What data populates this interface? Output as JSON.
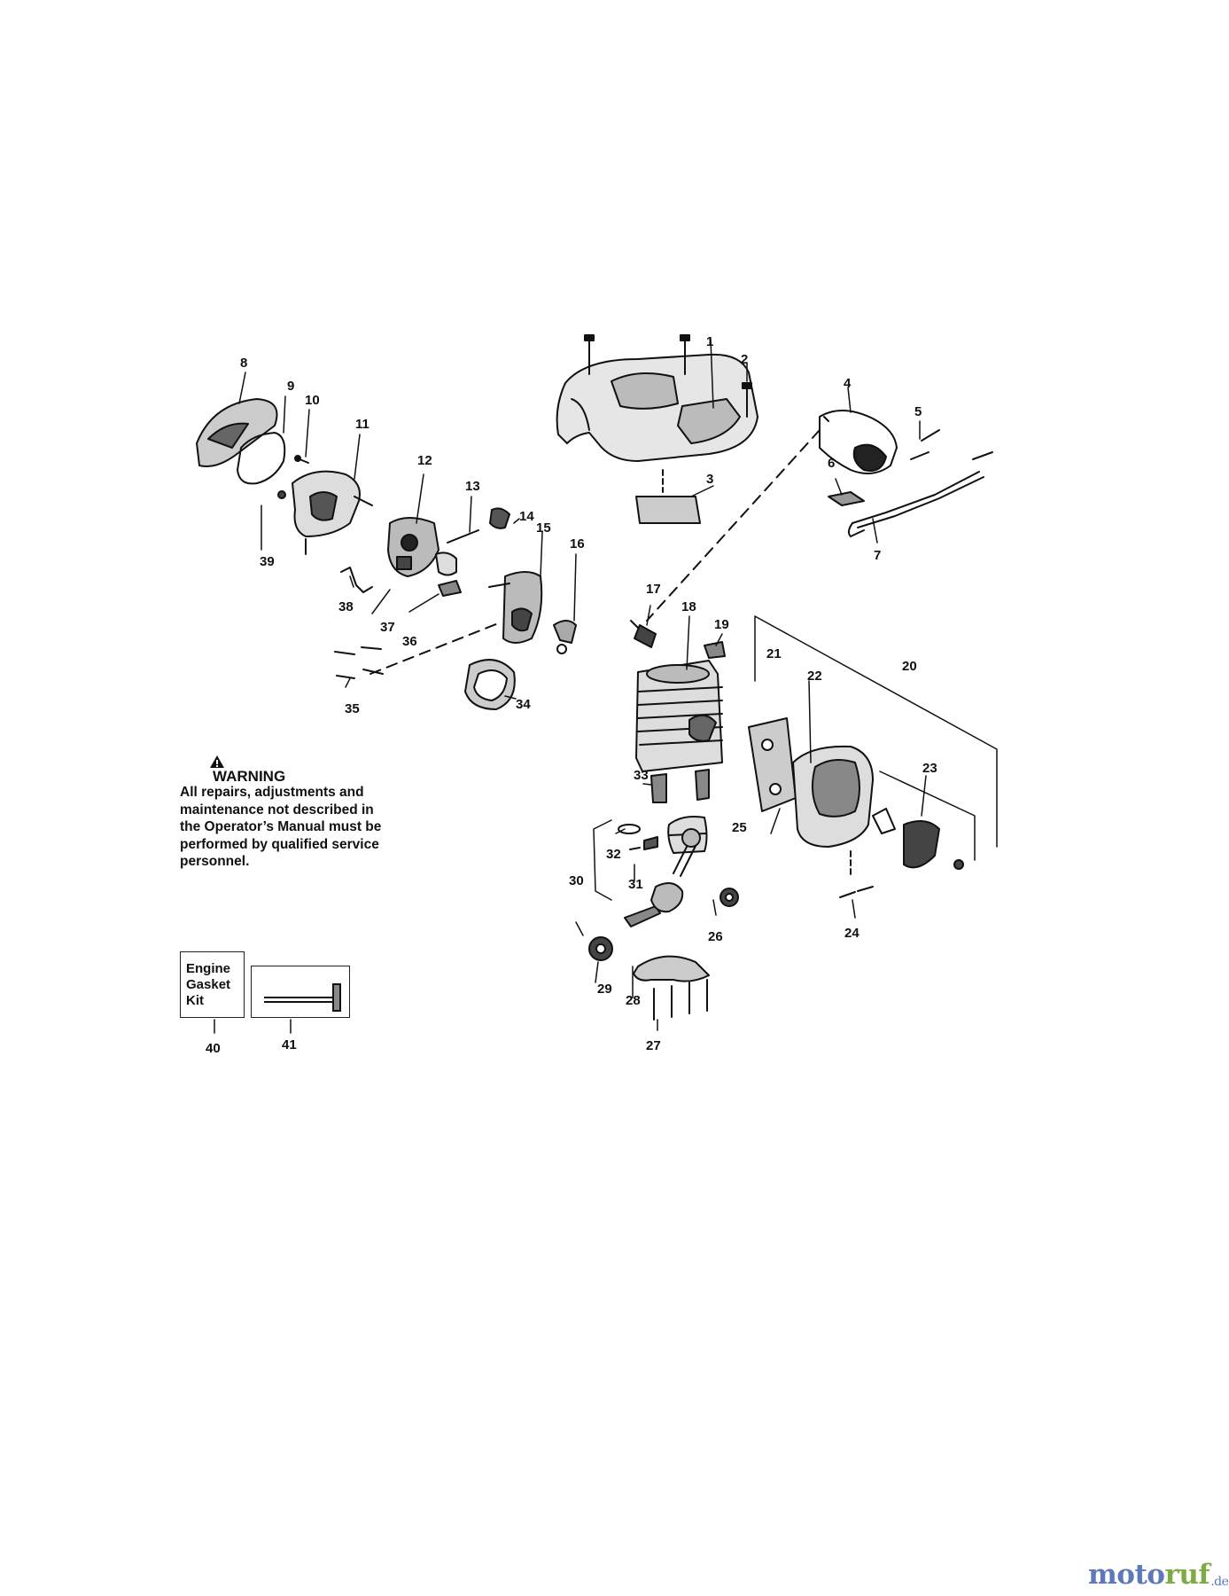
{
  "diagram": {
    "part_numbers": [
      "1",
      "2",
      "3",
      "4",
      "5",
      "6",
      "7",
      "8",
      "9",
      "10",
      "11",
      "12",
      "13",
      "14",
      "15",
      "16",
      "17",
      "18",
      "19",
      "20",
      "21",
      "22",
      "23",
      "24",
      "25",
      "26",
      "27",
      "28",
      "29",
      "30",
      "31",
      "32",
      "33",
      "34",
      "35",
      "36",
      "37",
      "38",
      "39",
      "40",
      "41"
    ]
  },
  "warning": {
    "title": "WARNING",
    "lines": [
      "All repairs, adjustments and",
      "maintenance not described in",
      "the Operator’s Manual must be",
      "performed by qualified service",
      "personnel."
    ]
  },
  "kit": {
    "lines": [
      "Engine",
      "Gasket",
      "Kit"
    ]
  },
  "brand": {
    "part1": "moto",
    "part2": "ruf",
    "suffix": ".de"
  }
}
